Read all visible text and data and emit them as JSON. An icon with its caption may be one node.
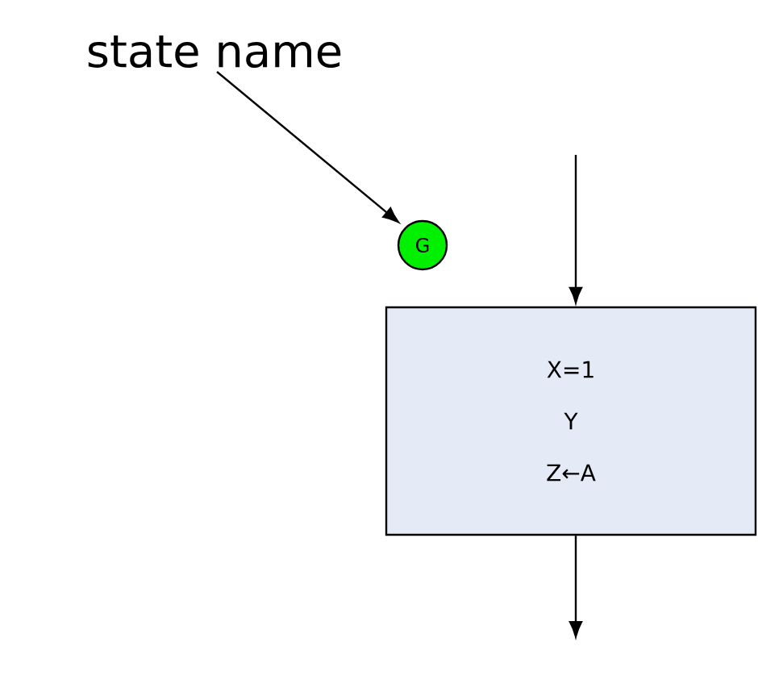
{
  "diagram": {
    "nodes": [
      {
        "text": [
          "state name"
        ]
      },
      {
        "text": [
          "G"
        ]
      },
      {
        "text": [
          "X=1",
          "Y",
          "Z←A"
        ]
      }
    ],
    "edges": [
      {
        "from": 0,
        "to": 1,
        "arrow": "to"
      },
      {
        "from": null,
        "to": 2,
        "arrow": "to"
      },
      {
        "from": 2,
        "to": null,
        "arrow": "to"
      }
    ]
  }
}
